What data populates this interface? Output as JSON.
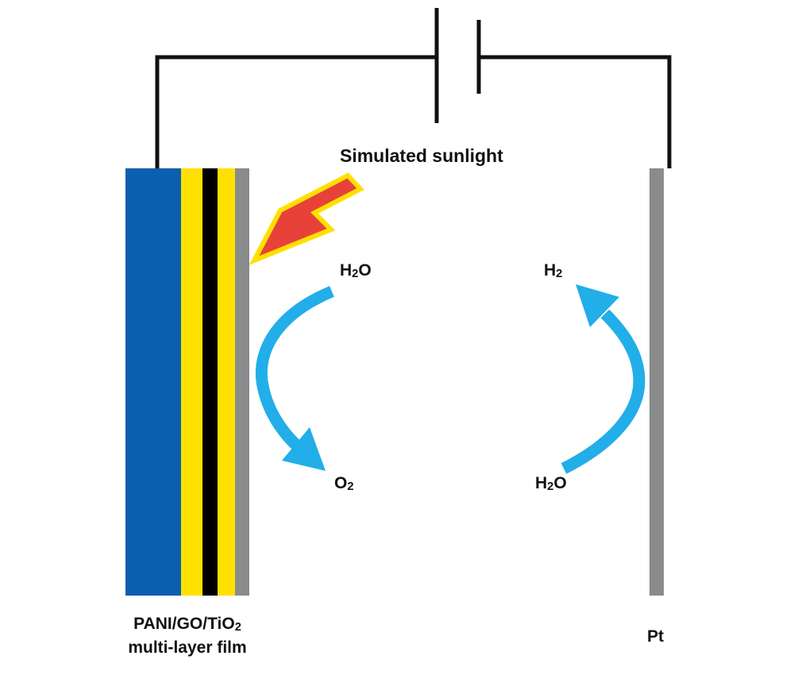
{
  "title": "Simulated sunlight",
  "colors": {
    "wire": "#111111",
    "arrow": "#22aee8",
    "lightning_fill": "#e8413a",
    "lightning_border": "#ffe000",
    "layer_blue": "#0a5fae",
    "layer_yellow": "#ffe000",
    "layer_black": "#000000",
    "layer_gray": "#8a8b8d",
    "pt_gray": "#8a8b8d"
  },
  "photoanode": {
    "label_line1": "PANI/GO/TiO",
    "label_line1_sub": "2",
    "label_line2": "multi-layer film",
    "layers": [
      "blue",
      "yellow",
      "black",
      "yellow",
      "gray"
    ]
  },
  "cathode": {
    "label": "Pt"
  },
  "reactions": {
    "anode_reactant": {
      "main": "H",
      "sub": "2",
      "rest": "O"
    },
    "anode_product": {
      "main": "O",
      "sub": "2",
      "rest": ""
    },
    "cathode_reactant": {
      "main": "H",
      "sub": "2",
      "rest": "O"
    },
    "cathode_product": {
      "main": "H",
      "sub": "2",
      "rest": ""
    }
  }
}
